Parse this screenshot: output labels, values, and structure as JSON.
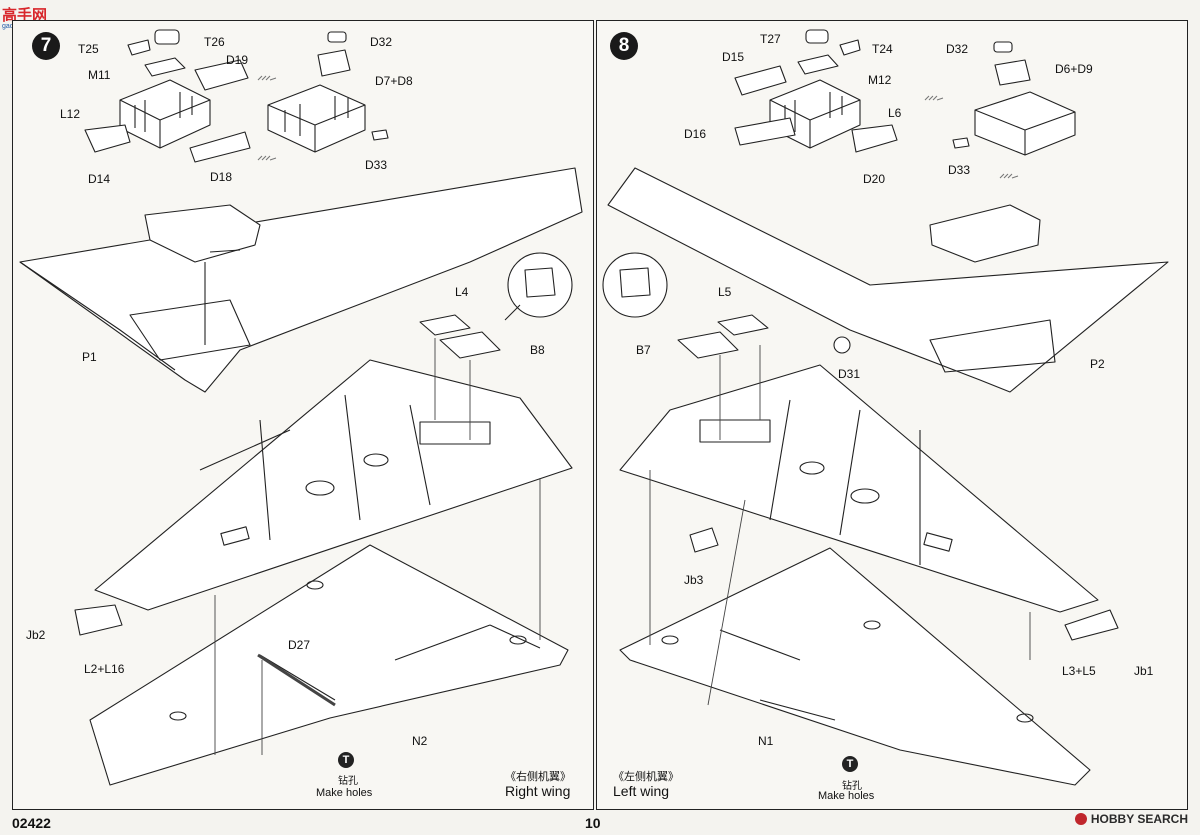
{
  "header_logo": {
    "text": "高手网",
    "subtext": "gao-shan.com"
  },
  "left_step": {
    "number": "7",
    "parts": {
      "t25": "T25",
      "t26": "T26",
      "m11": "M11",
      "d19": "D19",
      "l12": "L12",
      "d14": "D14",
      "d18": "D18",
      "d32": "D32",
      "d7d8": "D7+D8",
      "d33": "D33",
      "p1": "P1",
      "l4": "L4",
      "b8": "B8",
      "jb2": "Jb2",
      "l2l16": "L2+L16",
      "d27": "D27",
      "n2": "N2"
    },
    "drill_cn": "钻孔",
    "drill_en": "Make holes",
    "wing_cn": "《右侧机翼》",
    "wing_en": "Right wing"
  },
  "right_step": {
    "number": "8",
    "parts": {
      "t27": "T27",
      "t24": "T24",
      "d15": "D15",
      "m12": "M12",
      "l6": "L6",
      "d16": "D16",
      "d20": "D20",
      "d32": "D32",
      "d6d9": "D6+D9",
      "d33": "D33",
      "p2": "P2",
      "d31": "D31",
      "l5": "L5",
      "b7": "B7",
      "jb3": "Jb3",
      "l3l5": "L3+L5",
      "jb1": "Jb1",
      "n1": "N1"
    },
    "drill_cn": "钻孔",
    "drill_en": "Make holes",
    "wing_cn": "《左侧机翼》",
    "wing_en": "Left wing"
  },
  "footer": {
    "product_code": "02422",
    "page_number": "10",
    "brand": "HOBBY SEARCH"
  },
  "icons": {
    "drill": "drill-icon",
    "step_badge": "step-number-badge"
  }
}
